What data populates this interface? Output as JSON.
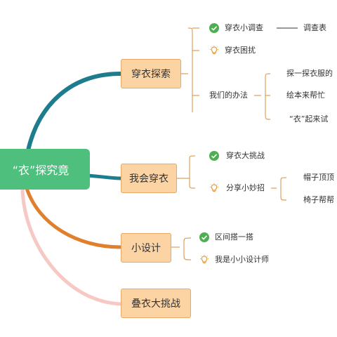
{
  "root": {
    "label": "“衣”探究竟"
  },
  "branches": [
    {
      "label": "穿衣探索",
      "children": [
        {
          "label": "穿衣小调查",
          "icon": "check-icon",
          "child": "调查表"
        },
        {
          "label": "穿衣困扰",
          "icon": "lightbulb-icon"
        },
        {
          "label": "我们的办法",
          "children": [
            "探一探衣服的",
            "绘本来帮忙",
            "“衣”起来试"
          ]
        }
      ]
    },
    {
      "label": "我会穿衣",
      "children": [
        {
          "label": "穿衣大挑战",
          "icon": "check-icon"
        },
        {
          "label": "分享小妙招",
          "icon": "lightbulb-icon",
          "children": [
            "帽子顶顶",
            "椅子帮帮"
          ]
        }
      ]
    },
    {
      "label": "小设计",
      "children": [
        {
          "label": "区间搭一搭",
          "icon": "check-icon"
        },
        {
          "label": "我是小小设计师",
          "icon": "lightbulb-icon"
        }
      ]
    },
    {
      "label": "叠衣大挑战",
      "children": []
    }
  ],
  "colors": {
    "root": "#4fbf7e",
    "branch_fill": "#fcd3a3",
    "branch_border": "#e8a867",
    "connector_1": "#1e7d8c",
    "connector_2": "#1e7d8c",
    "connector_3": "#e07f2c",
    "connector_4": "#f7c9c4",
    "check": "#4caf50",
    "bulb": "#e39a3c",
    "bracket": "#e0a060"
  }
}
